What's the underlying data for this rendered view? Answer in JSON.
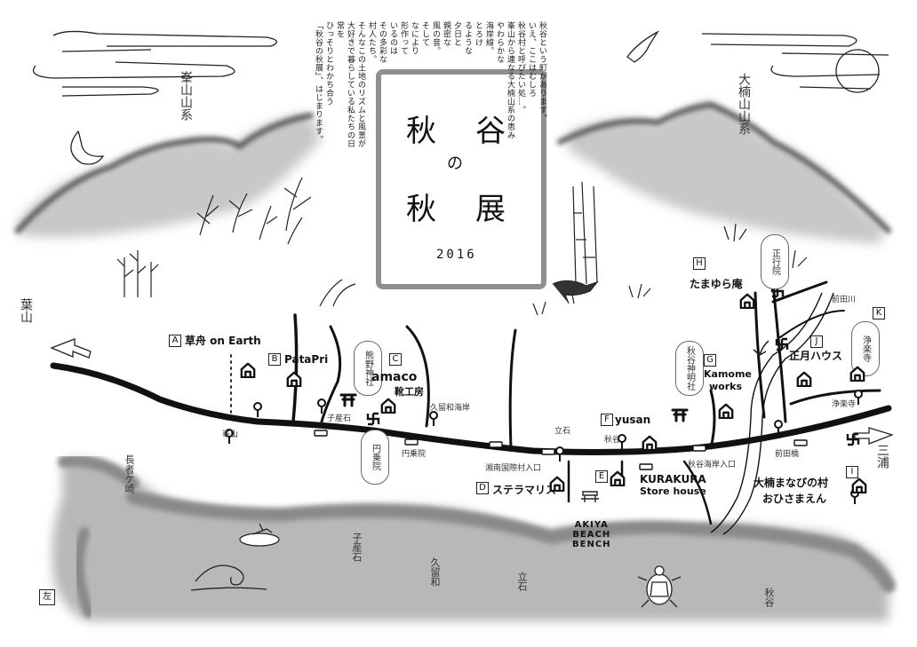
{
  "title": {
    "chars": [
      "秋",
      "谷",
      "の",
      "秋",
      "展"
    ],
    "year": "2016"
  },
  "intro": {
    "lines": [
      "秋谷という町があります。",
      "いえ、ここはむしろ",
      "秋谷村と呼びたい処…。",
      "峯山から連なる大楠山系の恵み",
      "やわらかな",
      "海岸線。",
      "とろけ",
      "るような",
      "夕日と",
      "親密な",
      "風の音。",
      "そして",
      "なにより",
      "形作って",
      "いるのは",
      "その多彩な",
      "村人たち。",
      "そんなこの土地のリズムと風景が",
      "大好きで暮らしている私たちの日常を",
      "ひっそりとわかち合う",
      "「秋谷の秋展」、はじまります。"
    ]
  },
  "areas": {
    "hayama": "葉山",
    "miura": "三浦",
    "mineyama_range": "峯山山系",
    "okusu_range": "大楠山山系",
    "chojagasaki": "長者ケ崎",
    "koyaishi": "子産石",
    "kurumewa": "久留和",
    "tateishi": "立石",
    "akiya": "秋谷",
    "corner": "左"
  },
  "temples": {
    "kumano": "熊野神社",
    "enjoin": "円乗院",
    "akiya_shinmei": "秋谷神明社",
    "shogyoin": "正行院",
    "jorakuji": "浄楽寺",
    "maedagawa": "前田川"
  },
  "shops": [
    {
      "letter": "A",
      "name": "草舟 on Earth"
    },
    {
      "letter": "B",
      "name": "PataPri"
    },
    {
      "letter": "C",
      "name": "amaco",
      "sub": "靴工房"
    },
    {
      "letter": "D",
      "name": "ステラマリス"
    },
    {
      "letter": "E",
      "name": "KURAKURA",
      "sub": "Store house"
    },
    {
      "letter": "F",
      "name": "yusan"
    },
    {
      "letter": "G",
      "name": "Kamome",
      "sub": "works"
    },
    {
      "letter": "H",
      "name": "たまゆら庵"
    },
    {
      "letter": "I",
      "name": "大楠まなびの村",
      "sub": "おひさまえん"
    },
    {
      "letter": "J",
      "name": "正月ハウス"
    },
    {
      "letter": "K",
      "name": ""
    }
  ],
  "stops": {
    "mineyama": "峯山",
    "koyaishi": "子産石",
    "enjoin": "円乗院",
    "kurumewa_kaigan": "久留和海岸",
    "shonan_kokusai": "湘南国際村入口",
    "tateishi": "立石",
    "akiya": "秋谷",
    "akiya_kaigan": "秋谷海岸入口",
    "maedabashi": "前田橋",
    "jorakuji": "浄楽寺"
  },
  "bench": {
    "line1": "AKIYA",
    "line2": "BEACH",
    "line3": "BENCH"
  },
  "colors": {
    "ink": "#111111",
    "sea": "#9a9a9a",
    "mountain": "#7a7a7a",
    "frame": "#8f8f8f"
  }
}
